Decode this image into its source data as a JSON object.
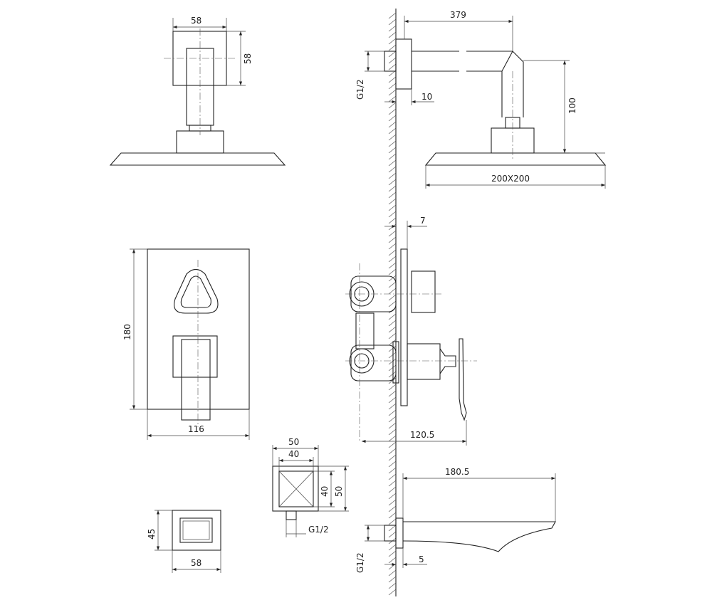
{
  "dimensions": {
    "head_top_width": "58",
    "head_top_height": "58",
    "arm_length": "379",
    "head_drop": "100",
    "head_size": "200X200",
    "head_thread": "G1/2",
    "head_flange": "10",
    "mixer_plate_height": "180",
    "mixer_plate_width": "116",
    "mixer_plate_depth": "7",
    "mixer_projection": "120.5",
    "outlet_outer_width": "50",
    "outlet_inner_width": "40",
    "outlet_inner_height": "40",
    "outlet_outer_height": "50",
    "outlet_thread": "G1/2",
    "spout_plate_height": "45",
    "spout_plate_width": "58",
    "spout_length": "180.5",
    "spout_thread": "G1/2",
    "spout_flange": "5"
  },
  "colors": {
    "line": "#222222",
    "background": "#ffffff"
  }
}
